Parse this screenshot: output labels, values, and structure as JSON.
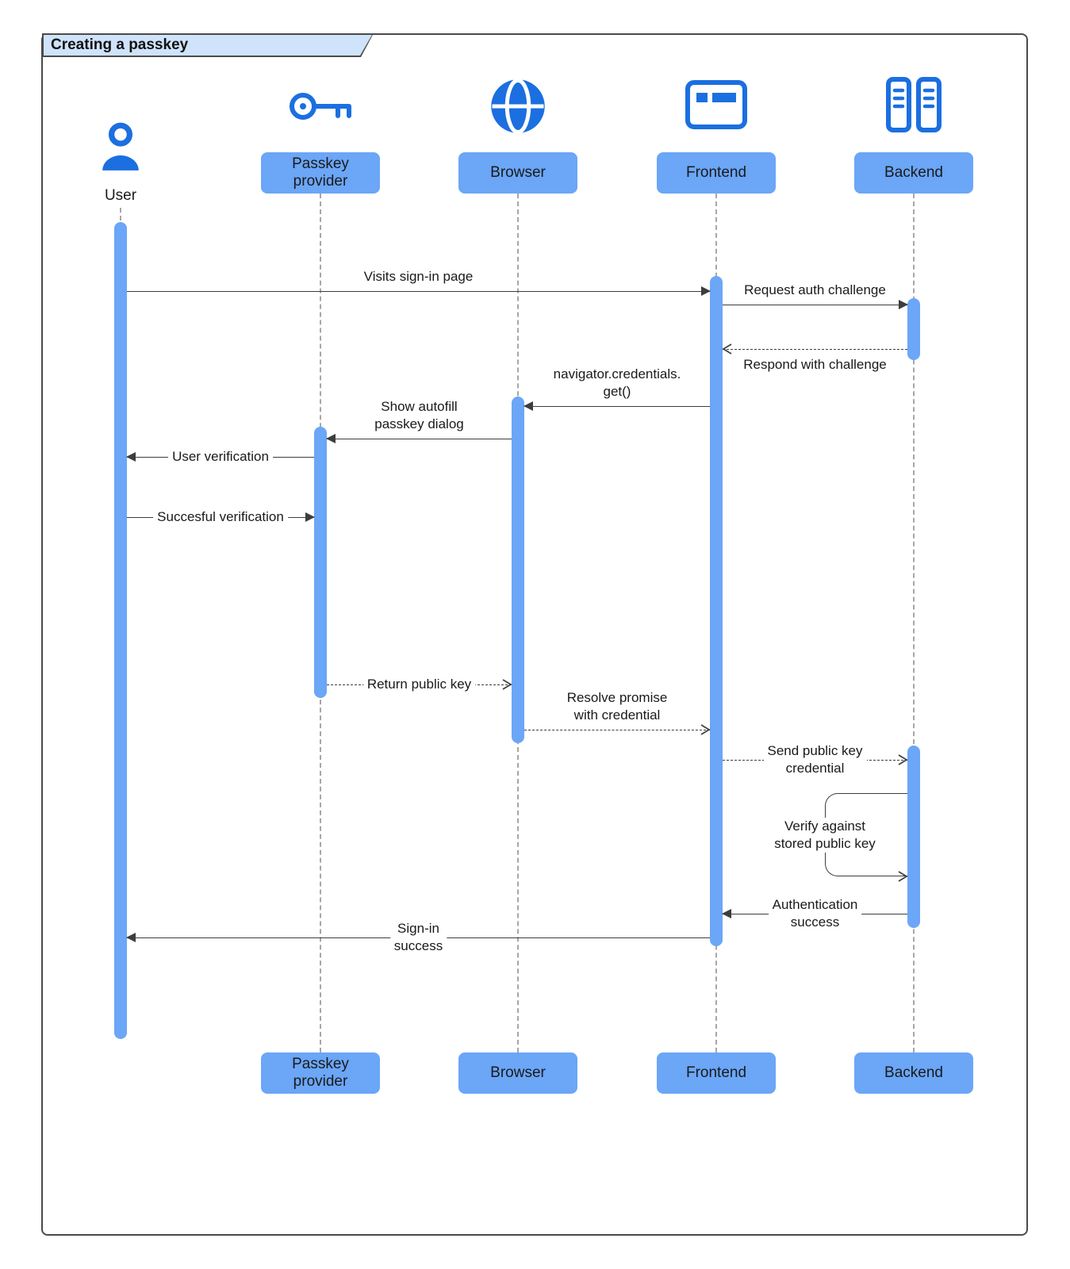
{
  "title": "Creating a passkey",
  "colors": {
    "icon_blue": "#1b6fe0",
    "fill_blue": "#6ba6f7",
    "title_tab_bg": "#cfe3fb",
    "line": "#3d3d3d"
  },
  "actors": [
    {
      "id": "user",
      "label": "User",
      "icon": "person-icon"
    },
    {
      "id": "passkey-provider",
      "label": "Passkey provider",
      "icon": "key-icon"
    },
    {
      "id": "browser",
      "label": "Browser",
      "icon": "globe-icon"
    },
    {
      "id": "frontend",
      "label": "Frontend",
      "icon": "window-icon"
    },
    {
      "id": "backend",
      "label": "Backend",
      "icon": "server-icon"
    }
  ],
  "messages": [
    {
      "label": "Visits sign-in page",
      "from": "user",
      "to": "frontend",
      "style": "solid"
    },
    {
      "label": "Request auth challenge",
      "from": "frontend",
      "to": "backend",
      "style": "solid"
    },
    {
      "label": "Respond with challenge",
      "from": "backend",
      "to": "frontend",
      "style": "dashed"
    },
    {
      "label": "navigator.credentials.\nget()",
      "from": "frontend",
      "to": "browser",
      "style": "solid"
    },
    {
      "label": "Show autofill\npasskey dialog",
      "from": "browser",
      "to": "passkey-provider",
      "style": "solid"
    },
    {
      "label": "User verification",
      "from": "passkey-provider",
      "to": "user",
      "style": "solid"
    },
    {
      "label": "Succesful verification",
      "from": "user",
      "to": "passkey-provider",
      "style": "solid"
    },
    {
      "label": "Return public key",
      "from": "passkey-provider",
      "to": "browser",
      "style": "dashed"
    },
    {
      "label": "Resolve promise\nwith credential",
      "from": "browser",
      "to": "frontend",
      "style": "dashed"
    },
    {
      "label": "Send public key\ncredential",
      "from": "frontend",
      "to": "backend",
      "style": "dashed"
    },
    {
      "label": "Verify against\nstored public key",
      "from": "backend",
      "to": "backend",
      "style": "self"
    },
    {
      "label": "Authentication\nsuccess",
      "from": "backend",
      "to": "frontend",
      "style": "solid"
    },
    {
      "label": "Sign-in\nsuccess",
      "from": "frontend",
      "to": "user",
      "style": "solid"
    }
  ]
}
